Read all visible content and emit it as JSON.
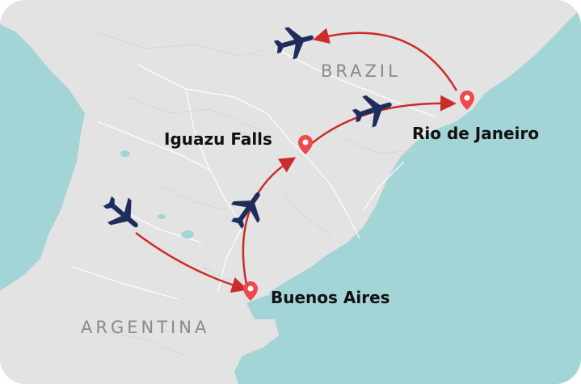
{
  "map": {
    "countries": [
      {
        "id": "brazil",
        "label": "BRAZIL"
      },
      {
        "id": "argentina",
        "label": "ARGENTINA"
      }
    ],
    "cities": [
      {
        "id": "rio",
        "label": "Rio de Janeiro"
      },
      {
        "id": "iguazu",
        "label": "Iguazu Falls"
      },
      {
        "id": "buenos-aires",
        "label": "Buenos Aires"
      }
    ],
    "route_color": "#cc2b2b",
    "plane_color": "#1f2d5c",
    "pin_color": "#ee4a4a",
    "ocean_color": "#a3d4d6",
    "land_color": "#e3e3e3"
  }
}
